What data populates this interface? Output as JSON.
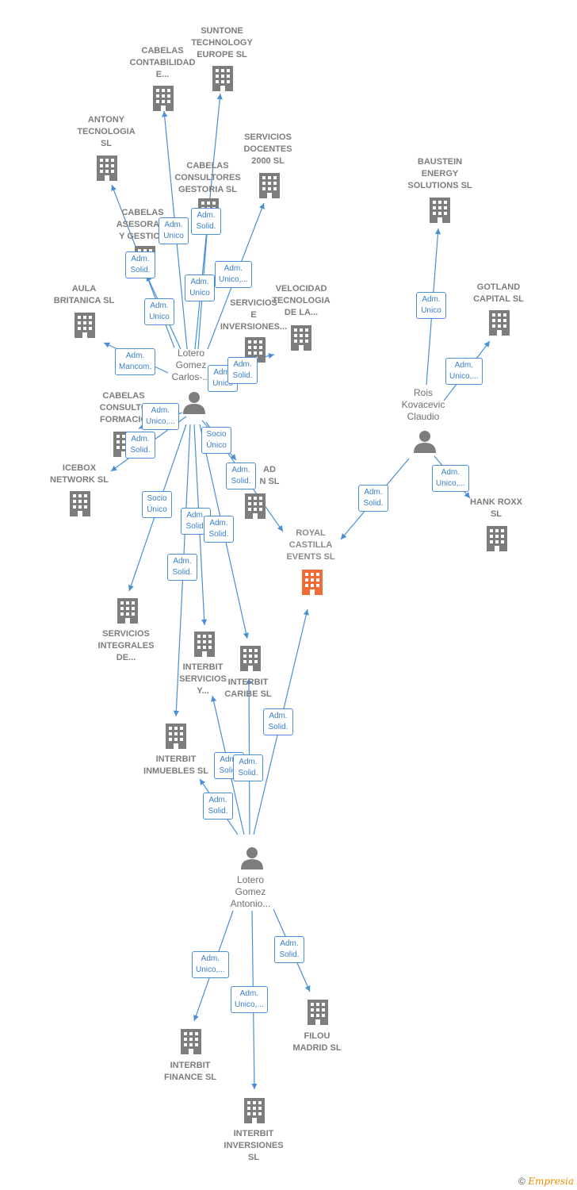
{
  "colors": {
    "edge": "#4a8fd6",
    "company": "#7d7d7d",
    "highlight": "#f26a35",
    "person": "#7d7d7d"
  },
  "companies": [
    {
      "id": "suntone",
      "label": "SUNTONE\nTECHNOLOGY\nEUROPE  SL"
    },
    {
      "id": "cabelas_cont",
      "label": "CABELAS\nCONTABILIDAD\nE..."
    },
    {
      "id": "antony",
      "label": "ANTONY\nTECNOLOGIA\nSL"
    },
    {
      "id": "cabelas_cons",
      "label": "CABELAS\nCONSULTORES\nGESTORIA  SL"
    },
    {
      "id": "servicios_doc",
      "label": "SERVICIOS\nDOCENTES\n2000 SL"
    },
    {
      "id": "cabelas_ases",
      "label": "CABELAS\nASESORAMI\nY GESTION"
    },
    {
      "id": "aula",
      "label": "AULA\nBRITANICA SL"
    },
    {
      "id": "velocidad",
      "label": "VELOCIDAD\nTECNOLOGIA\nDE LA..."
    },
    {
      "id": "servicios_inv",
      "label": "SERVICIOS\nE\nINVERSIONES..."
    },
    {
      "id": "cabelas_form",
      "label": "CABELAS\nCONSULTO\nFORMACIO"
    },
    {
      "id": "icebox",
      "label": "ICEBOX\nNETWORK  SL"
    },
    {
      "id": "unknown_ad",
      "label": "AD\nN  SL"
    },
    {
      "id": "royal",
      "label": "ROYAL\nCASTILLA\nEVENTS  SL"
    },
    {
      "id": "servicios_int",
      "label": "SERVICIOS\nINTEGRALES\nDE..."
    },
    {
      "id": "interbit_serv",
      "label": "INTERBIT\nSERVICIOS\nY..."
    },
    {
      "id": "interbit_caribe",
      "label": "INTERBIT\nCARIBE  SL"
    },
    {
      "id": "interbit_inm",
      "label": "INTERBIT\nINMUEBLES  SL"
    },
    {
      "id": "baustein",
      "label": "BAUSTEIN\nENERGY\nSOLUTIONS  SL"
    },
    {
      "id": "gotland",
      "label": "GOTLAND\nCAPITAL  SL"
    },
    {
      "id": "hank",
      "label": "HANK ROXX\nSL"
    },
    {
      "id": "interbit_fin",
      "label": "INTERBIT\nFINANCE  SL"
    },
    {
      "id": "filou",
      "label": "FILOU\nMADRID  SL"
    },
    {
      "id": "interbit_inv",
      "label": "INTERBIT\nINVERSIONES\nSL"
    }
  ],
  "persons": [
    {
      "id": "carlos",
      "label": "Lotero\nGomez\nCarlos-..."
    },
    {
      "id": "rois",
      "label": "Rois\nKovacevic\nClaudio"
    },
    {
      "id": "antonio",
      "label": "Lotero\nGomez\nAntonio..."
    }
  ],
  "edge_labels": [
    "Adm.\nUnico",
    "Adm.\nSolid.",
    "Adm.\nSolid.",
    "Adm.\nUnico,...",
    "Adm.\nUnico",
    "Adm.\nUnico",
    "Adm.\nMancom.",
    "Adm.\nUnico",
    "Adm.\nSolid.",
    "Adm.\nUnico,...",
    "Adm.\nSolid.",
    "Socio\nÚnico",
    "Adm.\nSolid.",
    "Socio\nÚnico",
    "Adm.\nSolid.",
    "Adm.\nSolid.",
    "Adm.\nSolid.",
    "Adm.\nUnico",
    "Adm.\nUnico,...",
    "Adm.\nSolid.",
    "Adm.\nUnico,...",
    "Adm.\nSolid.",
    "Adm.\nSolid.",
    "Adm.\nSolid.",
    "Adm.\nSolid.",
    "Adm.\nUnico,...",
    "Adm.\nUnico,...",
    "Adm.\nSolid."
  ],
  "footer": {
    "copyright": "©",
    "brand": "Empresia"
  }
}
